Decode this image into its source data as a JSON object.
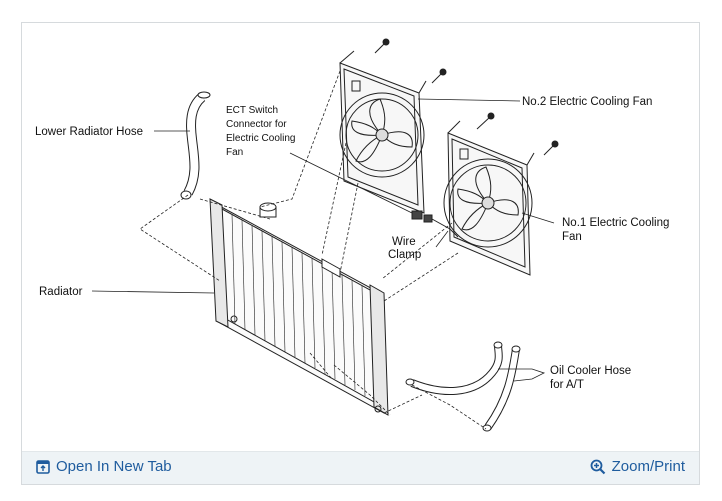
{
  "diagram": {
    "labels": {
      "lower_radiator_hose": "Lower Radiator Hose",
      "ect_line1": "ECT Switch",
      "ect_line2": "Connector for",
      "ect_line3": "Electric Cooling",
      "ect_line4": "Fan",
      "no2_fan": "No.2 Electric Cooling Fan",
      "no1_fan_line1": "No.1 Electric Cooling",
      "no1_fan_line2": "Fan",
      "wire_clamp_line1": "Wire",
      "wire_clamp_line2": "Clamp",
      "radiator": "Radiator",
      "oil_cooler_line1": "Oil Cooler Hose",
      "oil_cooler_line2": "for A/T"
    }
  },
  "footer": {
    "open_new_tab": "Open In New Tab",
    "zoom_print": "Zoom/Print"
  },
  "colors": {
    "link": "#1f5c9e",
    "footer_bg": "#eef3f6",
    "border": "#d6dadd"
  },
  "icons": {
    "open_new_tab": "external-tab-icon",
    "zoom_print": "zoom-in-icon"
  }
}
